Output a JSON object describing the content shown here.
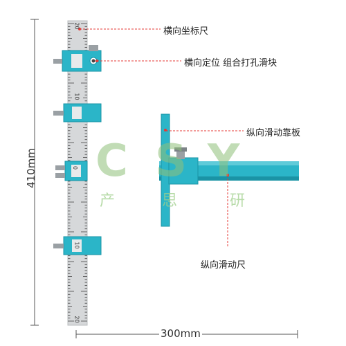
{
  "dimensions": {
    "height": "410mm",
    "width": "300mm"
  },
  "callouts": {
    "horizontal_ruler": "横向坐标尺",
    "horizontal_block": "横向定位 组合打孔滑块",
    "vertical_backboard": "纵向滑动靠板",
    "vertical_ruler": "纵向滑动尺"
  },
  "watermark": {
    "letters": [
      "C",
      "S",
      "Y"
    ],
    "chars": [
      "产",
      "思",
      "研"
    ]
  },
  "ruler_marks": [
    "20",
    "10",
    "0",
    "10",
    "20"
  ],
  "colors": {
    "tool": "#2bb5c8",
    "tool_dark": "#1a93a5",
    "ruler": "#d6d8da",
    "callout_line": "#e53935",
    "dim_line": "#555555"
  }
}
